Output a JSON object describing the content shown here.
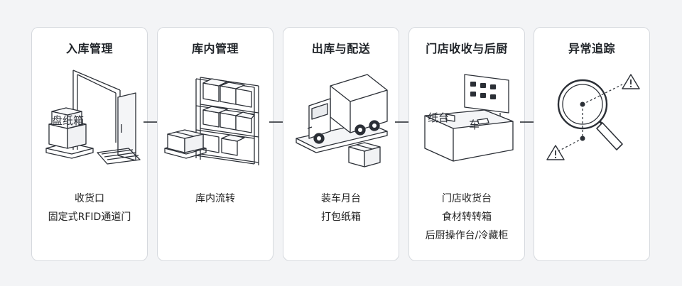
{
  "steps": [
    {
      "title": "入库管理",
      "items": [
        "收货口",
        "固定式RFID通道门"
      ],
      "illustration_text": "盘纸箱"
    },
    {
      "title": "库内管理",
      "items": [
        "库内流转"
      ]
    },
    {
      "title": "出库与配送",
      "items": [
        "装车月台",
        "打包纸箱"
      ]
    },
    {
      "title": "门店收收与后厨",
      "items": [
        "门店收货台",
        "食材转转箱",
        "后厨操作台/冷藏柜"
      ],
      "illustration_text_1": "纸台",
      "illustration_text_2": "车"
    },
    {
      "title": "异常追踪",
      "items": []
    }
  ],
  "colors": {
    "background": "#f3f4f6",
    "card": "#ffffff",
    "border": "#d6d9de",
    "line": "#2b2f36",
    "arrow": "#1f2328"
  }
}
